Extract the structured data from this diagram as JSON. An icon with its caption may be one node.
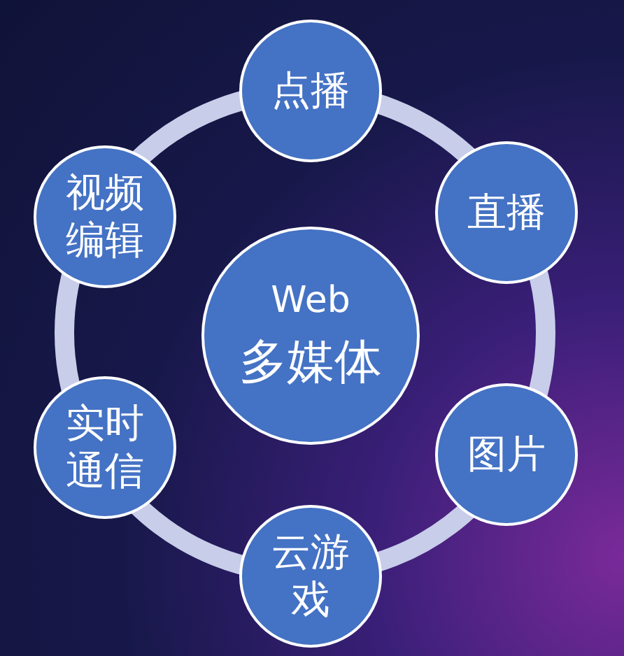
{
  "diagram": {
    "nodes": [
      {
        "text": [
          "Web",
          "多媒体"
        ]
      },
      {
        "text": [
          "点播"
        ]
      },
      {
        "text": [
          "直播"
        ]
      },
      {
        "text": [
          "图片"
        ]
      },
      {
        "text": [
          "云游戏"
        ]
      },
      {
        "text": [
          "实时通信"
        ]
      },
      {
        "text": [
          "视频编辑"
        ]
      }
    ]
  }
}
